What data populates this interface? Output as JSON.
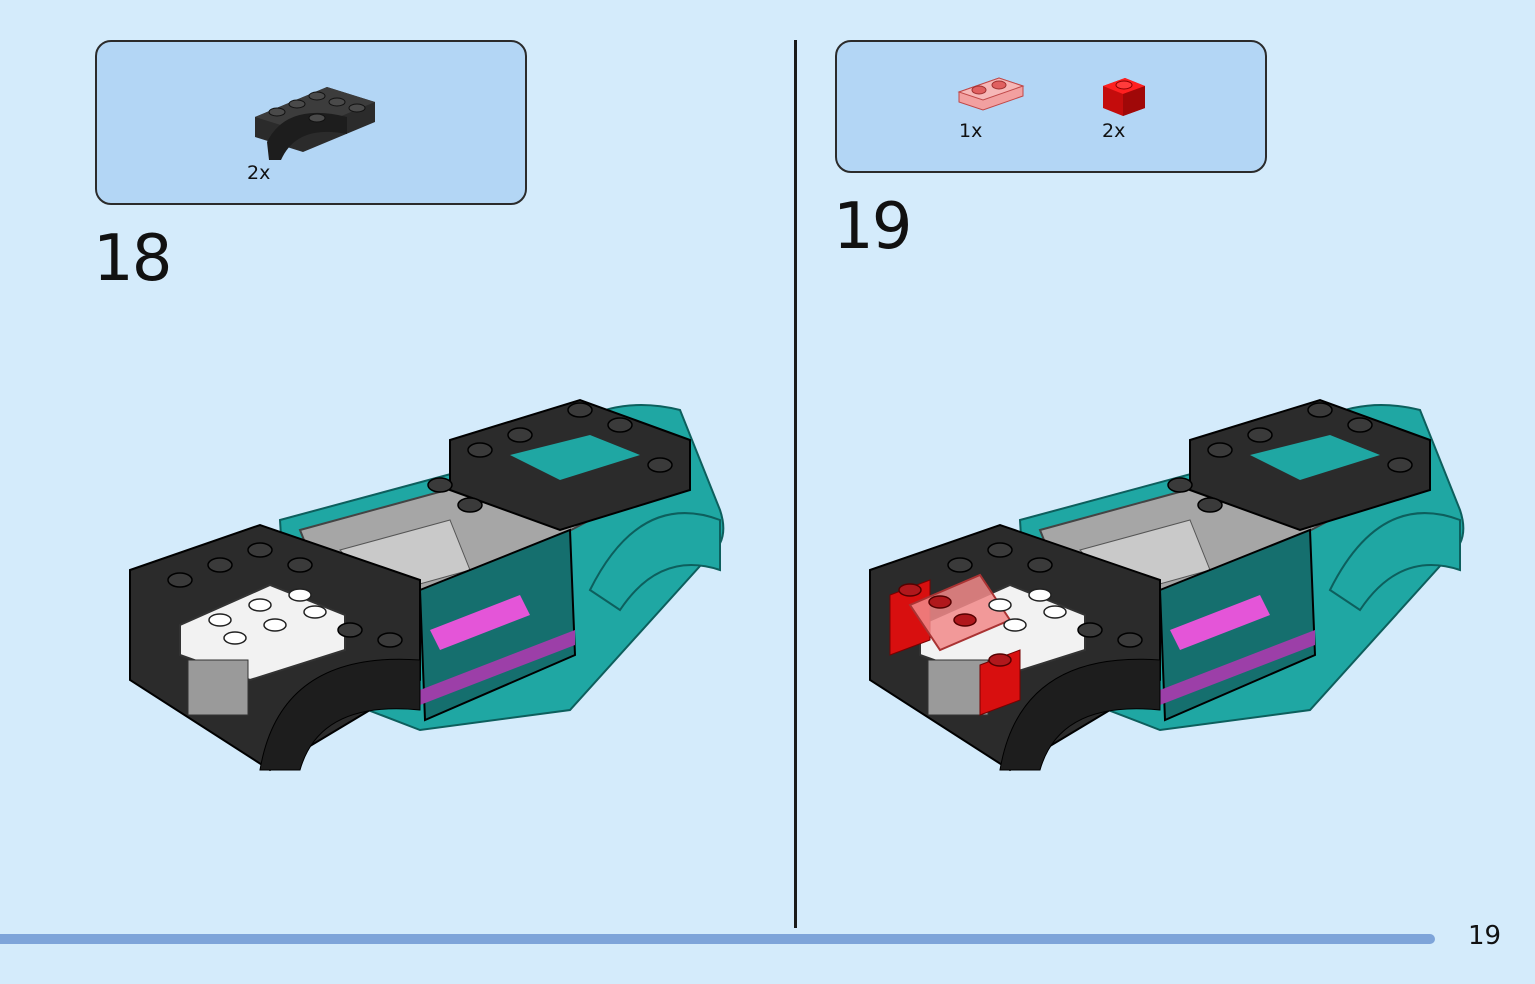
{
  "steps": [
    {
      "number": "18",
      "parts": [
        {
          "icon": "black-mudguard-arch-icon",
          "quantity": "2x"
        }
      ]
    },
    {
      "number": "19",
      "parts": [
        {
          "icon": "trans-red-plate-1x2-icon",
          "quantity": "1x"
        },
        {
          "icon": "red-brick-1x1-icon",
          "quantity": "2x"
        }
      ]
    }
  ],
  "page_number": "19",
  "colors": {
    "page_background": "#d4ebfb",
    "parts_box": "#b3d6f5",
    "progress_bar": "#7ea4d9",
    "teal": "#1fa7a3",
    "black_part": "#2b2b2b",
    "red_part": "#e01515",
    "trans_red": "#f07a7a"
  }
}
